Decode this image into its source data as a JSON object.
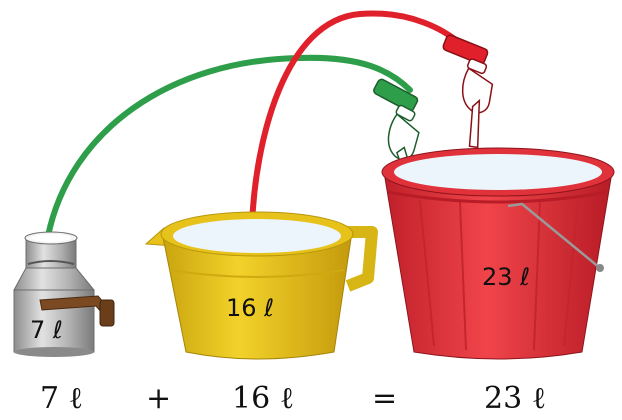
{
  "containers": {
    "milk_can": {
      "label": "7 ℓ"
    },
    "jug": {
      "label": "16 ℓ"
    },
    "bucket": {
      "label": "23 ℓ"
    }
  },
  "equation": {
    "term1": "7 ℓ",
    "plus": "+",
    "term2": "16 ℓ",
    "equals": "=",
    "result": "23 ℓ"
  },
  "colors": {
    "green_arc": "#2e9e4a",
    "red_arc": "#e0202a",
    "jug_yellow": "#e6c21a",
    "bucket_red": "#e0323a",
    "can_metal": "#b8b8b8"
  }
}
